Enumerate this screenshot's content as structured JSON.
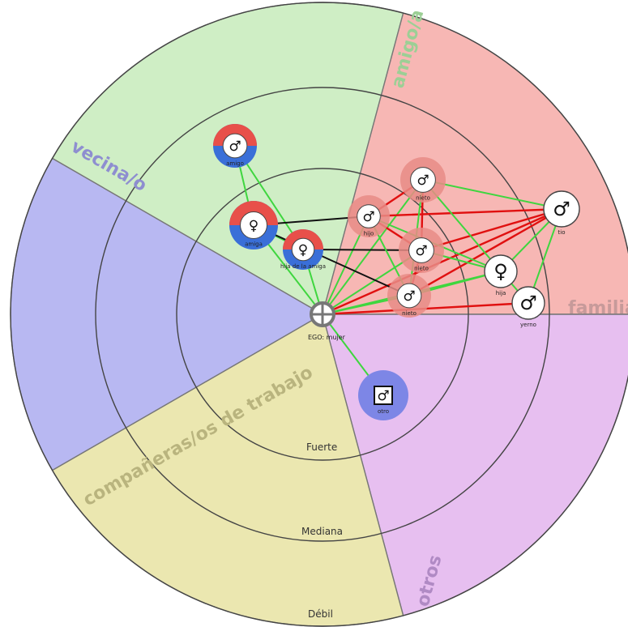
{
  "sectors": [
    {
      "id": "amigo",
      "label": "amigo/a",
      "color": "#cfeec5",
      "label_color": "#9ccf95"
    },
    {
      "id": "familia",
      "label": "familia",
      "color": "#f7b7b4",
      "label_color": "#c79a9a"
    },
    {
      "id": "otros",
      "label": "otros",
      "color": "#e7bff0",
      "label_color": "#b08ac4"
    },
    {
      "id": "companeros",
      "label": "compañeras/os de trabajo",
      "color": "#ebe7b0",
      "label_color": "#b9b47e"
    },
    {
      "id": "vecino",
      "label": "vecina/o",
      "color": "#b8b8f2",
      "label_color": "#8e8ed0"
    }
  ],
  "rings": {
    "inner": "Fuerte",
    "middle": "Mediana",
    "outer": "Débil"
  },
  "ego": {
    "label": "EGO: mujer"
  },
  "nodes": [
    {
      "id": "amigo",
      "label": "amigo",
      "gender": "male",
      "style": "halfcolor",
      "r": 27
    },
    {
      "id": "amiga",
      "label": "amiga",
      "gender": "female",
      "style": "halfcolor",
      "r": 30
    },
    {
      "id": "hija_amiga",
      "label": "hija de la amiga",
      "gender": "female",
      "style": "halfcolor",
      "r": 25
    },
    {
      "id": "hijo",
      "label": "hijo",
      "gender": "male",
      "style": "halo",
      "r": 26
    },
    {
      "id": "nieto1",
      "label": "nieto",
      "gender": "male",
      "style": "halo",
      "r": 28
    },
    {
      "id": "nieto2",
      "label": "nieto",
      "gender": "male",
      "style": "halo",
      "r": 28
    },
    {
      "id": "nieto3",
      "label": "nieto",
      "gender": "male",
      "style": "halo",
      "r": 27
    },
    {
      "id": "tio",
      "label": "tio",
      "gender": "male",
      "style": "plain",
      "r": 22
    },
    {
      "id": "hija",
      "label": "hija",
      "gender": "female",
      "style": "plain",
      "r": 20
    },
    {
      "id": "yerno",
      "label": "yerno",
      "gender": "male",
      "style": "plain",
      "r": 20
    },
    {
      "id": "otro",
      "label": "otro",
      "gender": "male",
      "style": "boxed",
      "r": 31
    }
  ],
  "edge_colors": {
    "green": "#3fd63f",
    "red": "#e01010",
    "black": "#111111"
  },
  "fill_colors": {
    "red": "#e8504a",
    "blue": "#3a6fd8",
    "halo": "#e88c86",
    "otros": "#7d86e6"
  },
  "glyphs": {
    "male": "♂",
    "female": "♀"
  }
}
